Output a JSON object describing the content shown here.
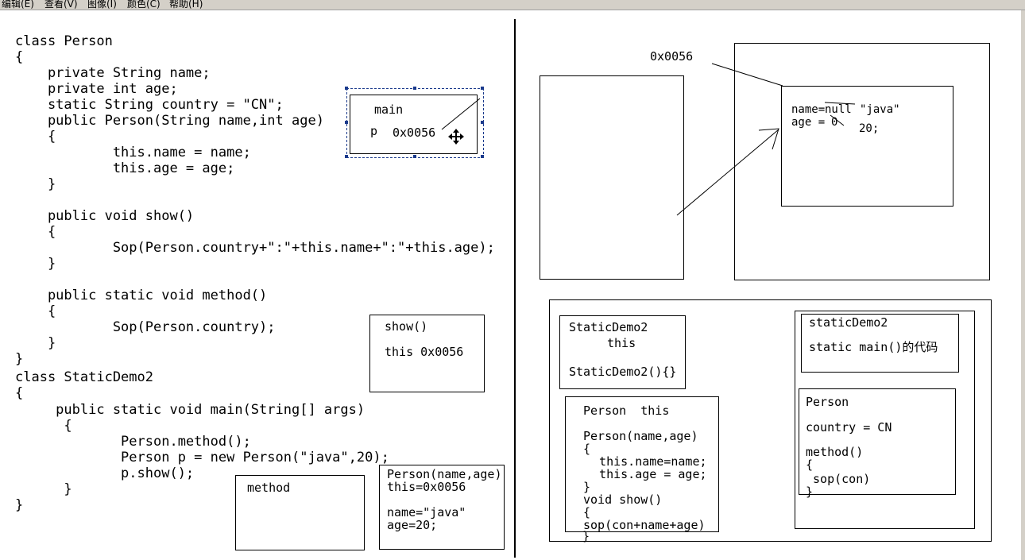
{
  "menu": [
    "编辑(E)",
    "查看(V)",
    "图像(I)",
    "颜色(C)",
    "帮助(H)"
  ],
  "code_lines": [
    "class Person",
    "{",
    "    private String name;",
    "    private int age;",
    "    static String country = \"CN\";",
    "    public Person(String name,int age)",
    "    {",
    "            this.name = name;",
    "            this.age = age;",
    "    }",
    "",
    "    public void show()",
    "    {",
    "            Sop(Person.country+\":\"+this.name+\":\"+this.age);",
    "    }",
    "",
    "    public static void method()",
    "    {",
    "            Sop(Person.country);",
    "    }",
    "}",
    "class StaticDemo2",
    "{",
    "     public static void main(String[] args)",
    "      {",
    "             Person.method();",
    "             Person p = new Person(\"java\",20);",
    "             p.show();",
    "      }",
    "}"
  ],
  "stack_main": {
    "title": "main",
    "var": "p",
    "ref": "0x0056"
  },
  "stack_show": {
    "title": "show()",
    "this": "this 0x0056"
  },
  "stack_method": {
    "title": "method"
  },
  "stack_constructor": {
    "lines": [
      "Person(name,age)",
      "this=0x0056",
      "",
      "name=\"java\"",
      "age=20;"
    ]
  },
  "heap_address": "0x0056",
  "heap_object": {
    "name_line": "name=",
    "name_old": "null",
    "name_new": "\"java\"",
    "age_line": "age = ",
    "age_old": "0",
    "age_new": "20;"
  },
  "method_area": {
    "staticdemo2_class": [
      "StaticDemo2",
      "this",
      "",
      "StaticDemo2(){}"
    ],
    "person_class": [
      "Person  this",
      "",
      "Person(name,age)",
      "{",
      "  this.name=name;",
      "  this.age = age;",
      "}",
      "void show()",
      "{",
      "sop(con+name+age)",
      "}"
    ],
    "static_staticdemo2": [
      "staticDemo2",
      "",
      "static main()的代码"
    ],
    "static_person": [
      "Person",
      "",
      "country = CN",
      "",
      "method()",
      "{",
      " sop(con)",
      "}"
    ]
  }
}
